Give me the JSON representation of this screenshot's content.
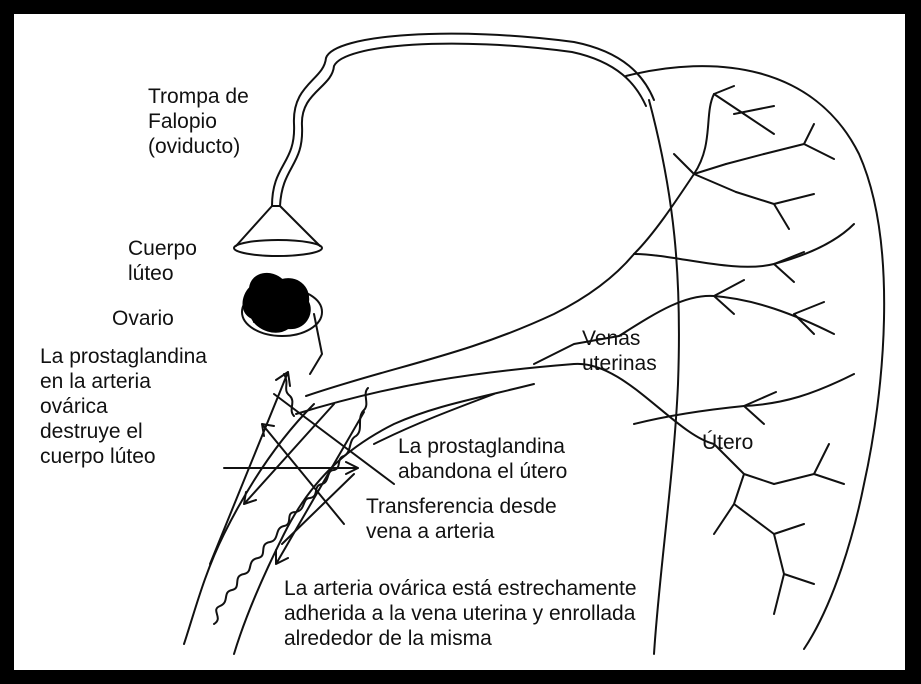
{
  "labels": {
    "fallopian_tube": "Trompa de\nFalopio\n(oviducto)",
    "corpus_luteum": "Cuerpo\nlúteo",
    "ovary": "Ovario",
    "prostaglandin_artery": "La prostaglandina\nen la arteria\novárica\ndestruye el\ncuerpo lúteo",
    "uterine_veins": "Venas\nuterinas",
    "uterus": "Útero",
    "prostaglandin_leaves": "La prostaglandina\nabandona el útero",
    "transfer": "Transferencia desde\nvena a arteria",
    "artery_attached": "La arteria ovárica está estrechamente\nadherida a la vena uterina y enrollada\nalrededor de la misma"
  },
  "colors": {
    "frame": "#000000",
    "background": "#ffffff",
    "ink": "#111111",
    "corpus_luteum_fill": "#000000"
  }
}
